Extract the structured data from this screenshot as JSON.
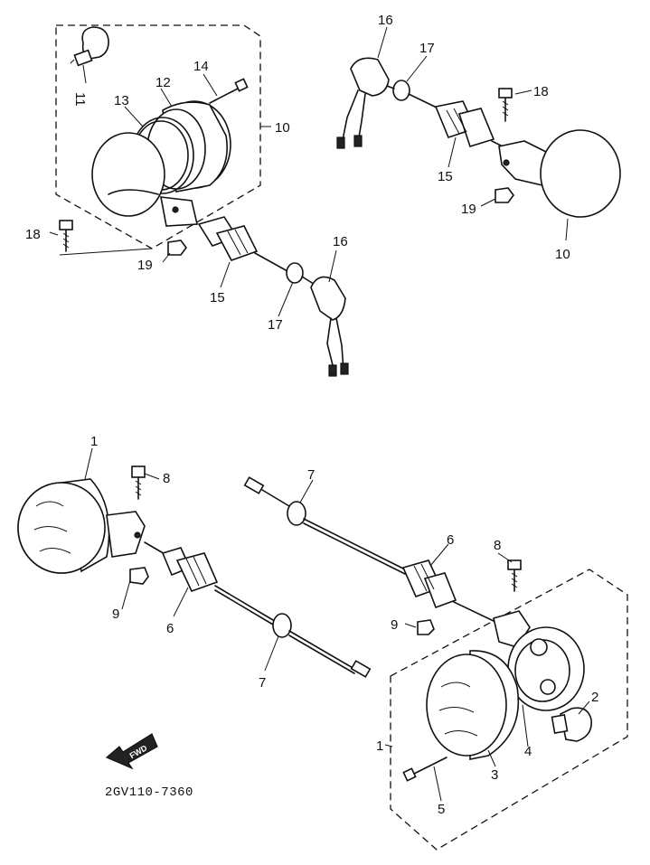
{
  "diagram_code": "2GV110-7360",
  "arrow_text": "FWD",
  "labels": {
    "p1_front": "1",
    "p1_rear": "1",
    "p2": "2",
    "p3": "3",
    "p4": "4",
    "p5": "5",
    "p6_left": "6",
    "p6_right": "6",
    "p7_left": "7",
    "p7_right": "7",
    "p8_left": "8",
    "p8_right": "8",
    "p9_left": "9",
    "p9_right": "9",
    "p10_left": "10",
    "p10_right": "10",
    "p11": "11",
    "p12": "12",
    "p13": "13",
    "p14": "14",
    "p15_left": "15",
    "p15_right": "15",
    "p16_left": "16",
    "p16_right": "16",
    "p17_left": "17",
    "p17_right": "17",
    "p18_left": "18",
    "p18_right": "18",
    "p19_left": "19",
    "p19_right": "19"
  }
}
